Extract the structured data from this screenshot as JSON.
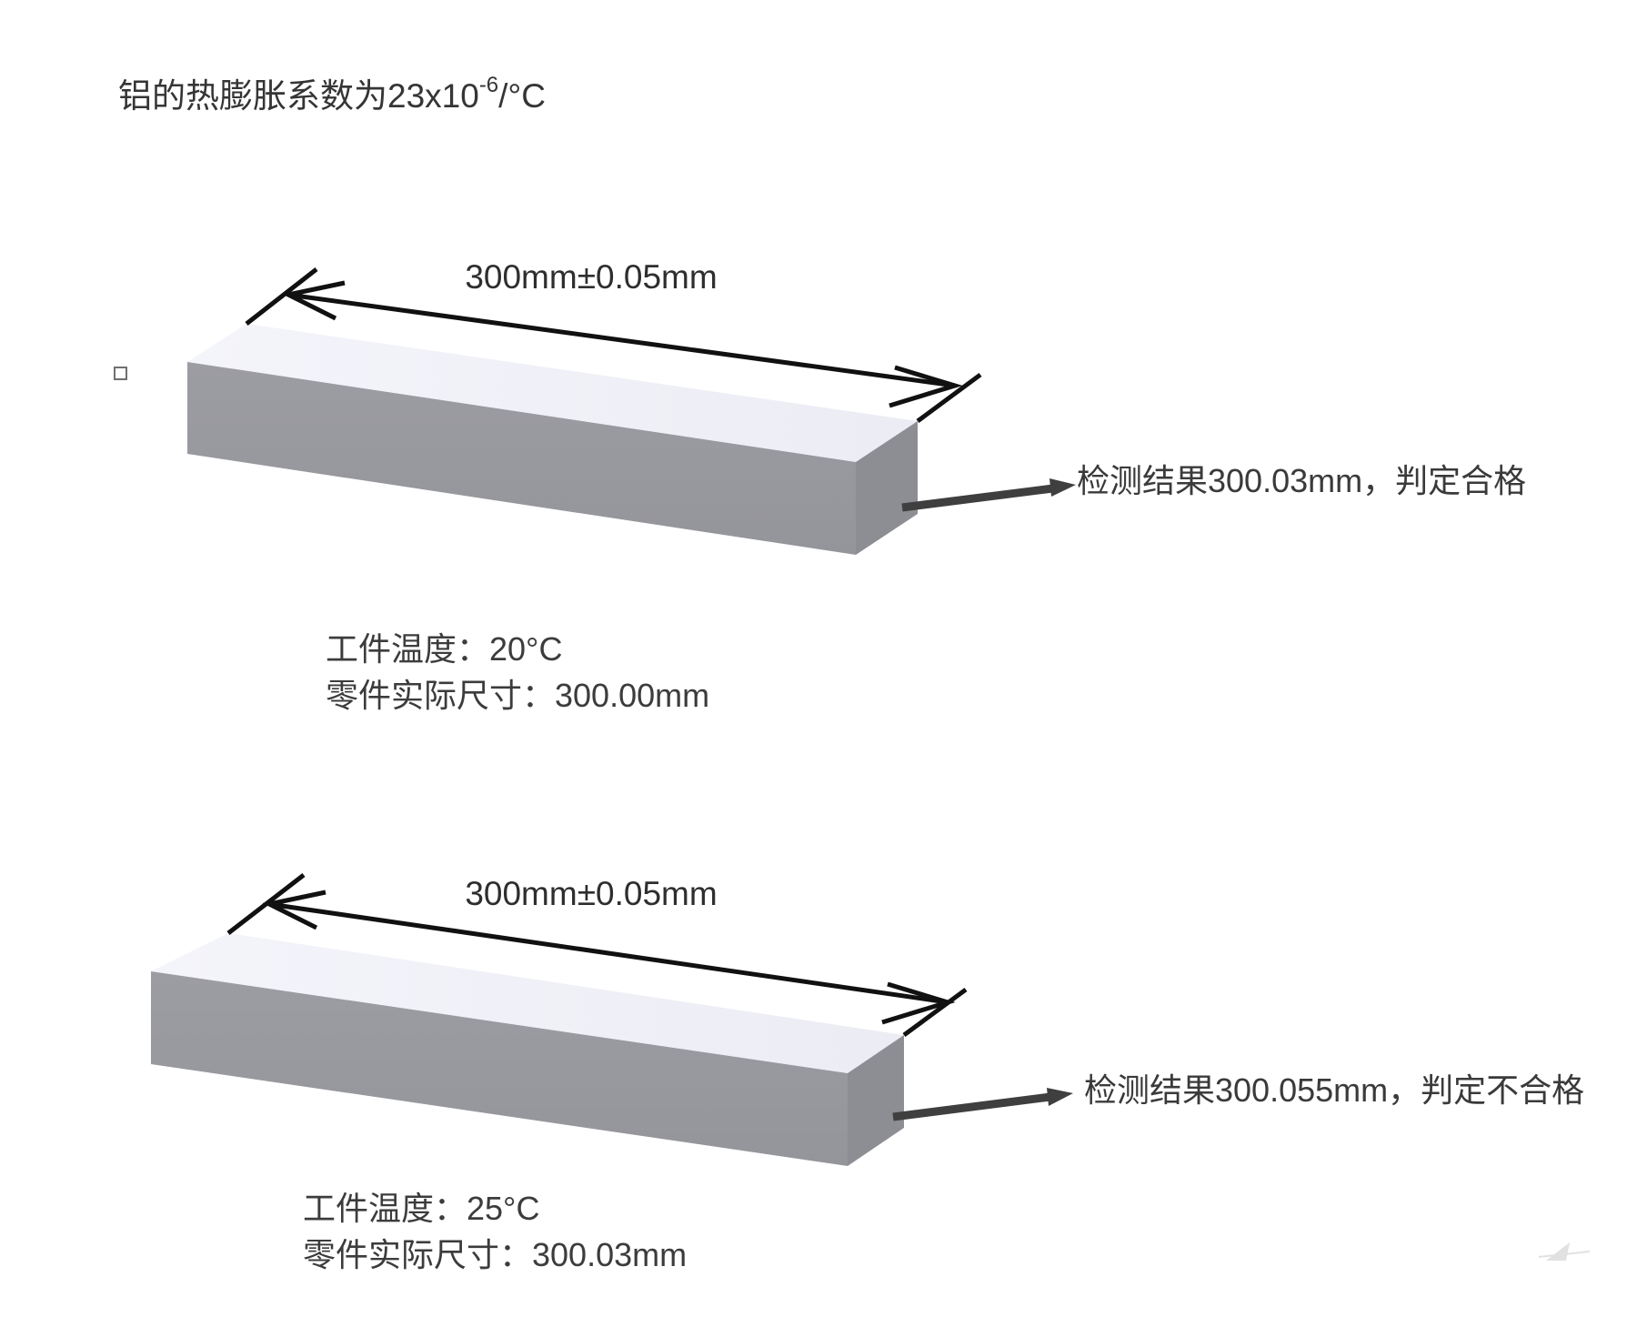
{
  "page": {
    "background_color": "#ffffff",
    "text_color": "#3a3a3a"
  },
  "title": {
    "prefix": "铝的热膨胀系数为23x10",
    "superscript": "-6",
    "suffix": "/°C"
  },
  "colors": {
    "block_top_face": "#f1f1f8",
    "block_front_face": "#98999f",
    "block_side_face": "#8d8e94",
    "dimension_line": "#111111",
    "leader_arrow": "#3f3f3f",
    "annotation_text": "#3a3a3a",
    "watermark": "#c9c9c9"
  },
  "workpieces": [
    {
      "dimension_label": "300mm±0.05mm",
      "result_annotation": "检测结果300.03mm，判定合格",
      "temperature_label": "工件温度：20°C",
      "actual_size_label": "零件实际尺寸：300.00mm"
    },
    {
      "dimension_label": "300mm±0.05mm",
      "result_annotation": "检测结果300.055mm，判定不合格",
      "temperature_label": "工件温度：25°C",
      "actual_size_label": "零件实际尺寸：300.03mm"
    }
  ]
}
